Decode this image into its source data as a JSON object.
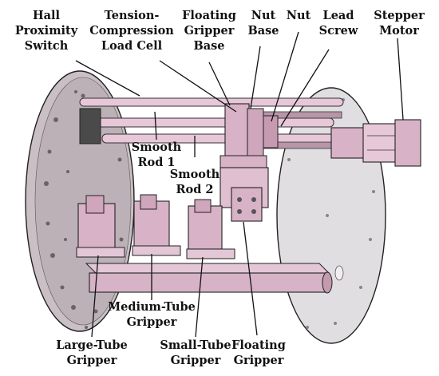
{
  "diagram": {
    "labels": {
      "hall": [
        "Hall",
        "Proximity",
        "Switch"
      ],
      "loadcell": [
        "Tension-",
        "Compression",
        "Load Cell"
      ],
      "floating_base": [
        "Floating",
        "Gripper",
        "Base"
      ],
      "nut_base": [
        "Nut",
        "Base"
      ],
      "nut": [
        "Nut"
      ],
      "lead_screw": [
        "Lead",
        "Screw"
      ],
      "stepper": [
        "Stepper",
        "Motor"
      ],
      "smooth1": [
        "Smooth",
        "Rod 1"
      ],
      "smooth2": [
        "Smooth",
        "Rod 2"
      ],
      "medium": [
        "Medium-Tube",
        "Gripper"
      ],
      "large": [
        "Large-Tube",
        "Gripper"
      ],
      "small": [
        "Small-Tube",
        "Gripper"
      ],
      "floating": [
        "Floating",
        "Gripper"
      ]
    },
    "colors": {
      "plate_left": "#c9bfc4",
      "plate_right": "#dcd8dc",
      "rod": "#e7c7d8",
      "part": "#d8b2c6",
      "part_dark": "#a9869a",
      "outline": "#222222"
    }
  }
}
